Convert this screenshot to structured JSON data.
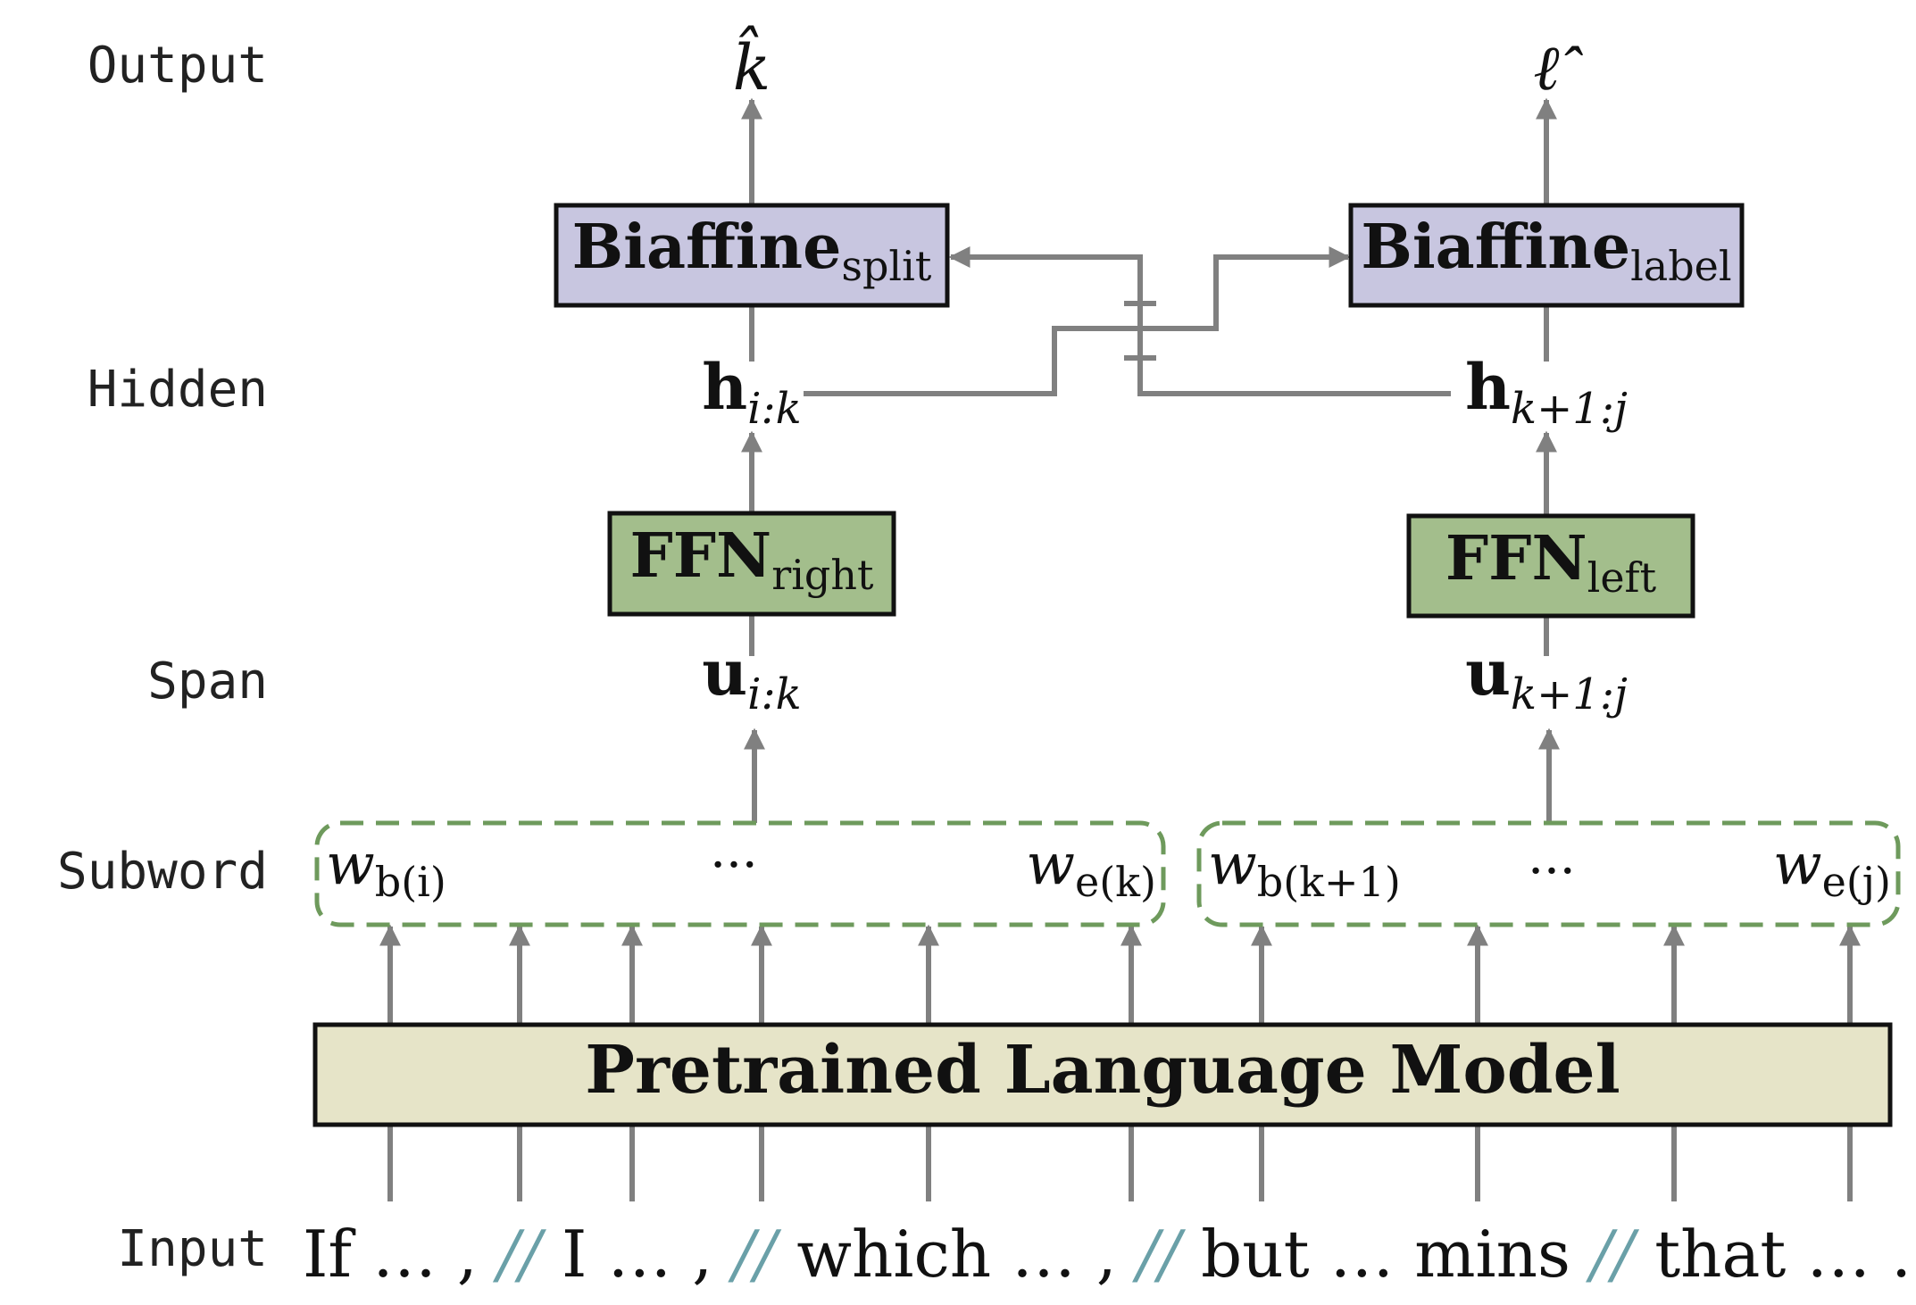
{
  "row_labels": {
    "output": "Output",
    "hidden": "Hidden",
    "span": "Span",
    "subword": "Subword",
    "input": "Input"
  },
  "outputs": {
    "left": "k̂",
    "right": "ℓ̂"
  },
  "boxes": {
    "biaffine_split": {
      "main": "Biaffine",
      "sub": "split"
    },
    "biaffine_label": {
      "main": "Biaffine",
      "sub": "label"
    },
    "ffn_right": {
      "main": "FFN",
      "sub": "right"
    },
    "ffn_left": {
      "main": "FFN",
      "sub": "left"
    },
    "plm": "Pretrained Language Model"
  },
  "hidden": {
    "left": {
      "main": "h",
      "sub": "i:k"
    },
    "right": {
      "main": "h",
      "sub": "k+1:j"
    }
  },
  "span": {
    "left": {
      "main": "u",
      "sub": "i:k"
    },
    "right": {
      "main": "u",
      "sub": "k+1:j"
    }
  },
  "subword": {
    "left": {
      "first": {
        "main": "w",
        "sub": "b(i)"
      },
      "ellipsis": "···",
      "last": {
        "main": "w",
        "sub": "e(k)"
      }
    },
    "right": {
      "first": {
        "main": "w",
        "sub": "b(k+1)"
      },
      "ellipsis": "···",
      "last": {
        "main": "w",
        "sub": "e(j)"
      }
    }
  },
  "input_tokens": [
    {
      "text": "If … ,",
      "type": "word"
    },
    {
      "text": "//",
      "type": "sep"
    },
    {
      "text": "I … ,",
      "type": "word"
    },
    {
      "text": "//",
      "type": "sep"
    },
    {
      "text": "which … ,",
      "type": "word"
    },
    {
      "text": "//",
      "type": "sep"
    },
    {
      "text": "but … mins",
      "type": "word"
    },
    {
      "text": "//",
      "type": "sep"
    },
    {
      "text": "that … .",
      "type": "word"
    }
  ],
  "colors": {
    "biaffine_fill": "#c8c6e0",
    "ffn_fill": "#a3be8c",
    "plm_fill": "#e6e4c8",
    "arrow": "#808080",
    "dashed_group": "#6e9a5c",
    "separator": "#6aa0a8"
  }
}
